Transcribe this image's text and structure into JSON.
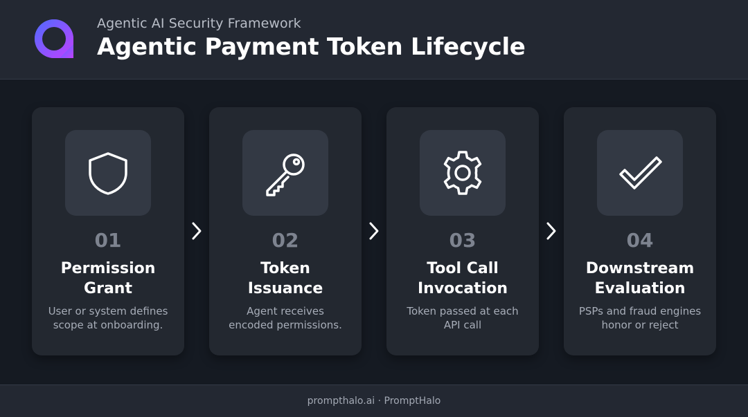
{
  "header": {
    "subtitle": "Agentic AI Security Framework",
    "title": "Agentic Payment Token Lifecycle",
    "logo_icon": "ring-logo-icon",
    "logo_gradient": [
      "#4f6bff",
      "#c040ff"
    ]
  },
  "steps": [
    {
      "number": "01",
      "title_line1": "Permission",
      "title_line2": "Grant",
      "desc_line1": "User or system defines",
      "desc_line2": "scope at onboarding.",
      "icon": "shield-icon"
    },
    {
      "number": "02",
      "title_line1": "Token",
      "title_line2": "Issuance",
      "desc_line1": "Agent receives",
      "desc_line2": "encoded permissions.",
      "icon": "key-icon"
    },
    {
      "number": "03",
      "title_line1": "Tool Call",
      "title_line2": "Invocation",
      "desc_line1": "Token passed at each",
      "desc_line2": "API call",
      "icon": "gear-icon"
    },
    {
      "number": "04",
      "title_line1": "Downstream",
      "title_line2": "Evaluation",
      "desc_line1": "PSPs and fraud engines",
      "desc_line2": "honor or reject",
      "icon": "checkmark-icon"
    }
  ],
  "connector_icon": "chevron-right-icon",
  "footer": {
    "text": "prompthalo.ai · PromptHalo"
  }
}
